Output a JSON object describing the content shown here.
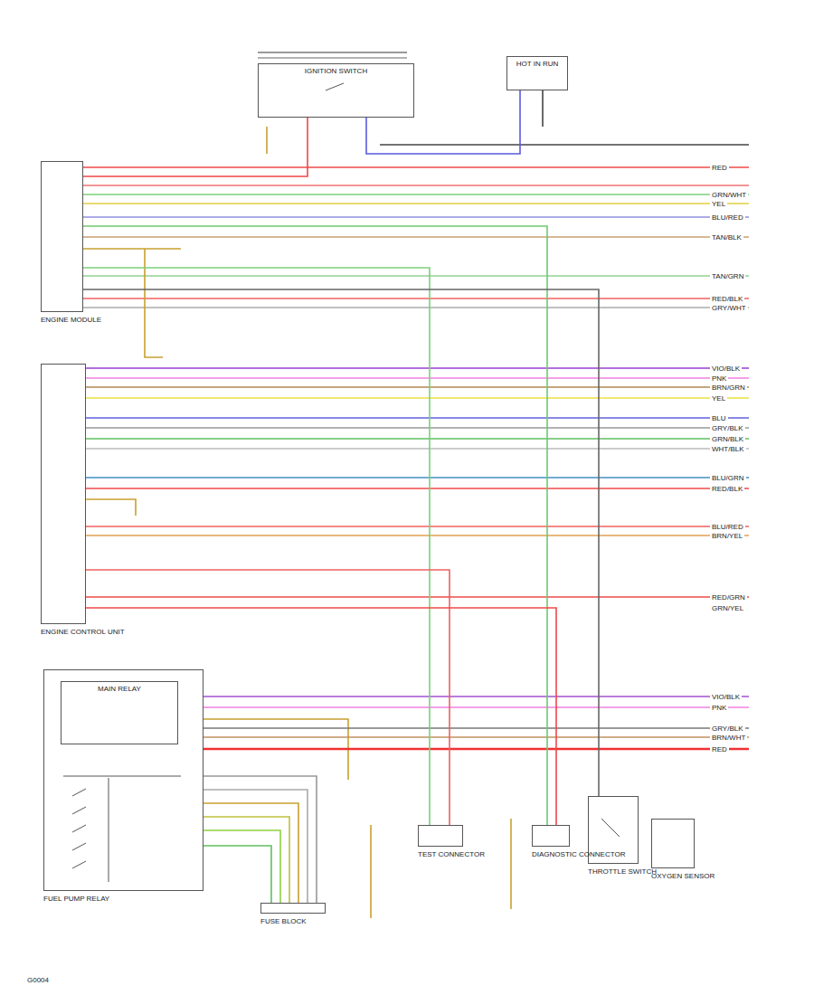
{
  "diagram": {
    "nodes": [
      {
        "text": [
          "IGNITION SWITCH"
        ]
      },
      {
        "text": [
          "HOT IN RUN"
        ]
      },
      {
        "text": [
          "ENGINE MODULE"
        ]
      },
      {
        "text": [
          "ENGINE CONTROL UNIT"
        ]
      },
      {
        "text": [
          "FUEL PUMP RELAY"
        ]
      },
      {
        "text": [
          "MAIN RELAY"
        ],
        "in": 4
      },
      {
        "text": [
          "FUSE BLOCK"
        ]
      },
      {
        "text": [
          "TEST CONNECTOR"
        ]
      },
      {
        "text": [
          "DIAGNOSTIC CONNECTOR"
        ]
      },
      {
        "text": [
          "THROTTLE SWITCH"
        ]
      },
      {
        "text": [
          "OXYGEN SENSOR"
        ]
      }
    ],
    "edges": [
      {
        "from": 0,
        "to": 2,
        "arrow": "none"
      },
      {
        "from": 2,
        "to": 7,
        "arrow": "none"
      },
      {
        "from": 2,
        "to": 8,
        "arrow": "none"
      },
      {
        "from": 3,
        "to": 7,
        "arrow": "none"
      },
      {
        "from": 3,
        "to": 8,
        "arrow": "none"
      },
      {
        "from": 2,
        "to": 9,
        "arrow": "none"
      },
      {
        "from": 4,
        "to": 6,
        "arrow": "none"
      }
    ],
    "labels": [
      "RED",
      "GRN/WHT",
      "YEL",
      "BLU/RED",
      "TAN/BLK",
      "TAN/GRN",
      "RED/BLK",
      "GRY/WHT",
      "VIO/BLK",
      "PNK",
      "BRN/GRN",
      "YEL",
      "BLU",
      "GRY/BLK",
      "GRN/BLK",
      "WHT/BLK",
      "BLU/GRN",
      "RED/BLK",
      "BLU/RED",
      "BRN/YEL",
      "RED/GRN",
      "GRN/YEL",
      "VIO/BLK",
      "PNK",
      "GRY/BLK",
      "BRN/WHT",
      "RED",
      "G0004"
    ]
  }
}
